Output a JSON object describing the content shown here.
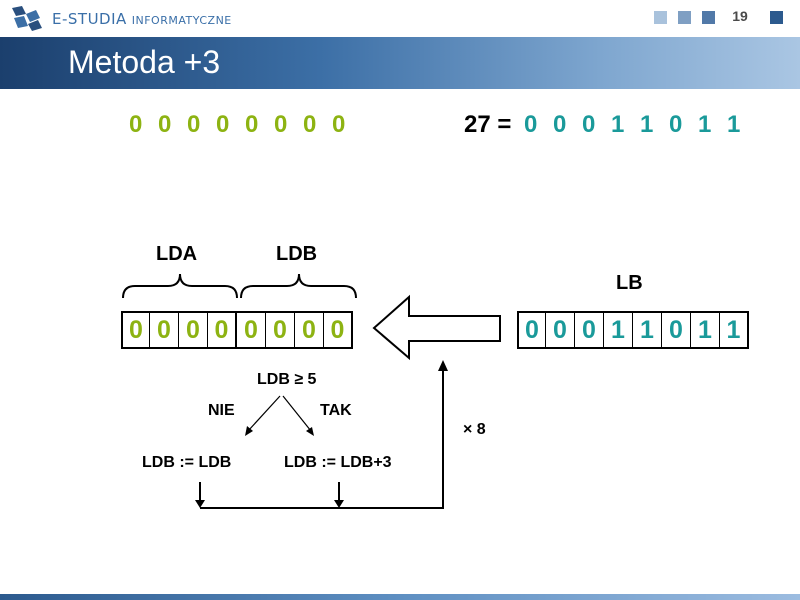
{
  "header": {
    "logo_main": "E-STUDIA",
    "logo_sub": "INFORMATYCZNE",
    "page_number": "19",
    "square_colors": [
      "#a9c2dc",
      "#7f9fc3",
      "#5179a8",
      "#2c5a8e"
    ]
  },
  "title": "Metoda +3",
  "top": {
    "zeros": [
      "0",
      "0",
      "0",
      "0",
      "0",
      "0",
      "0",
      "0"
    ],
    "zeros_color": "#8db312",
    "equation_prefix": "27 =",
    "bits": [
      "0",
      "0",
      "0",
      "1",
      "1",
      "0",
      "1",
      "1"
    ],
    "bits_color": "#1a9a9a"
  },
  "diagram": {
    "lda_label": "LDA",
    "ldb_label": "LDB",
    "lb_label": "LB",
    "left_register": [
      "0",
      "0",
      "0",
      "0",
      "0",
      "0",
      "0",
      "0"
    ],
    "left_register_color": "#8db312",
    "lb_register": [
      "0",
      "0",
      "0",
      "1",
      "1",
      "0",
      "1",
      "1"
    ],
    "lb_register_color": "#1a9a9a",
    "condition": "LDB ≥ 5",
    "no_label": "NIE",
    "yes_label": "TAK",
    "no_action": "LDB := LDB",
    "yes_action": "LDB := LDB+3",
    "repeat_label": "× 8"
  }
}
